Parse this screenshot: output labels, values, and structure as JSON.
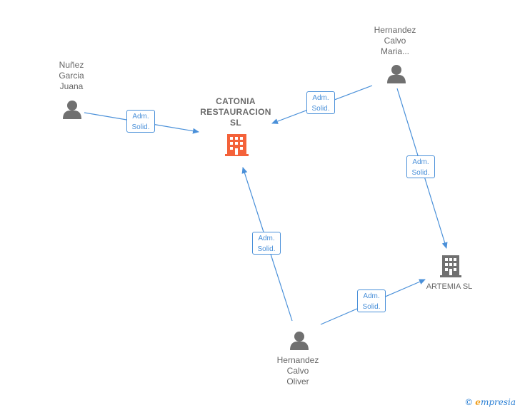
{
  "nodes": {
    "nunez": {
      "label": "Nuñez\nGarcia\nJuana"
    },
    "hernandez_maria": {
      "label": "Hernandez\nCalvo\nMaria..."
    },
    "catonia": {
      "label": "CATONIA\nRESTAURACION\nSL"
    },
    "artemia": {
      "label": "ARTEMIA  SL"
    },
    "hernandez_oliver": {
      "label": "Hernandez\nCalvo\nOliver"
    }
  },
  "edges": [
    {
      "line1": "Adm.",
      "line2": "Solid."
    },
    {
      "line1": "Adm.",
      "line2": "Solid."
    },
    {
      "line1": "Adm.",
      "line2": "Solid."
    },
    {
      "line1": "Adm.",
      "line2": "Solid."
    },
    {
      "line1": "Adm.",
      "line2": "Solid."
    }
  ],
  "colors": {
    "edge": "#4a90d9",
    "person": "#707070",
    "company_main": "#f4623a",
    "company": "#707070"
  },
  "brand": {
    "copyright": "©",
    "name_first": "e",
    "name_rest": "mpresia"
  }
}
